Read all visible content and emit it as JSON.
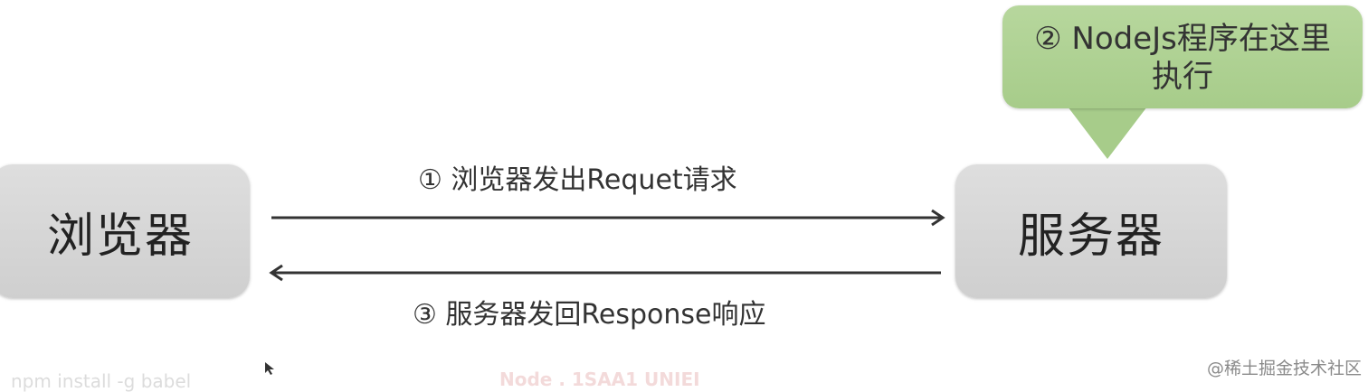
{
  "nodes": {
    "browser": {
      "label": "浏览器"
    },
    "server": {
      "label": "服务器"
    }
  },
  "callout": {
    "line1": "② NodeJs程序在这里",
    "line2": "执行",
    "color": "#a7cc8a"
  },
  "edges": {
    "request": {
      "label": "① 浏览器发出Requet请求",
      "direction": "browser-to-server"
    },
    "response": {
      "label": "③ 服务器发回Response响应",
      "direction": "server-to-browser"
    }
  },
  "background_faint_text": {
    "left": "npm install -g babel",
    "middle": "Node . 1SAA1 UNIEI"
  },
  "watermark": "@稀土掘金技术社区",
  "colors": {
    "box_fill": "#d6d6d6",
    "callout_fill": "#a7cc8a",
    "arrow": "#333333"
  }
}
